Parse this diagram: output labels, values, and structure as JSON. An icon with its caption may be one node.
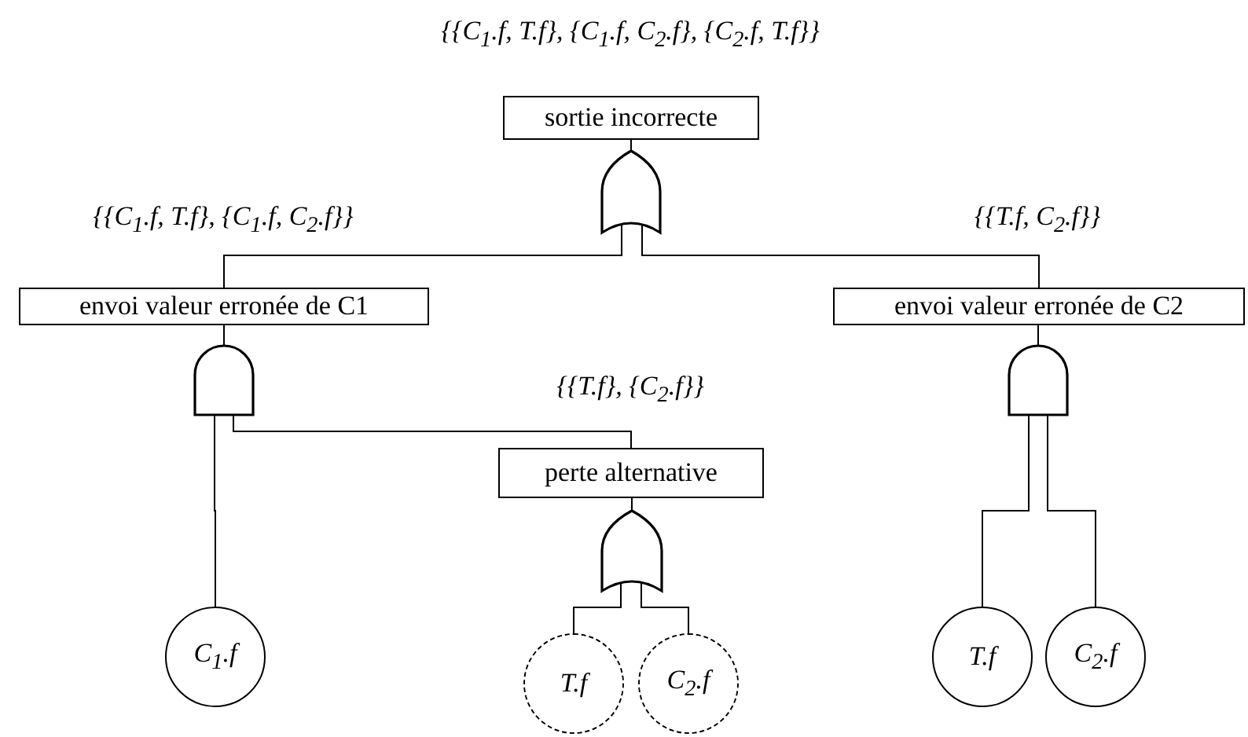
{
  "diagram": {
    "nodes": [
      {
        "text": [
          "sortie incorrecte"
        ],
        "beside": [
          "{{C$_{1}$.f, T.f}, {C$_{1}$.f, C$_{2}$.f}, {C$_{2}$.f, T.f}}"
        ]
      },
      {
        "text": [],
        "shape": "or-gate"
      },
      {
        "text": [
          "envoi valeur erronée de C1"
        ],
        "beside": [
          "{{C$_{1}$.f, T.f}, {C$_{1}$.f, C$_{2}$.f}}"
        ]
      },
      {
        "text": [],
        "shape": "and-gate"
      },
      {
        "text": [
          "envoi valeur erronée de C2"
        ],
        "beside": [
          "{{T.f, C$_{2}$.f}}"
        ]
      },
      {
        "text": [],
        "shape": "and-gate"
      },
      {
        "text": [
          "perte alternative"
        ],
        "beside": [
          "{{T.f}, {C$_{2}$.f}}"
        ]
      },
      {
        "text": [],
        "shape": "or-gate"
      },
      {
        "text": [
          "C$_{1}$.f"
        ]
      },
      {
        "text": [
          "T.f"
        ]
      },
      {
        "text": [
          "C$_{2}$.f"
        ]
      },
      {
        "text": [
          "T.f"
        ]
      },
      {
        "text": [
          "C$_{2}$.f"
        ]
      }
    ],
    "edges": [
      {
        "from": 0,
        "to": 1,
        "arrow": "none"
      },
      {
        "from": 1,
        "to": 2,
        "arrow": "none"
      },
      {
        "from": 1,
        "to": 4,
        "arrow": "none"
      },
      {
        "from": 2,
        "to": 3,
        "arrow": "none"
      },
      {
        "from": 3,
        "to": 8,
        "arrow": "none"
      },
      {
        "from": 3,
        "to": 6,
        "arrow": "none"
      },
      {
        "from": 4,
        "to": 5,
        "arrow": "none"
      },
      {
        "from": 5,
        "to": 11,
        "arrow": "none"
      },
      {
        "from": 5,
        "to": 12,
        "arrow": "none"
      },
      {
        "from": 6,
        "to": 7,
        "arrow": "none"
      },
      {
        "from": 7,
        "to": 9,
        "arrow": "none"
      },
      {
        "from": 7,
        "to": 10,
        "arrow": "none"
      }
    ]
  }
}
